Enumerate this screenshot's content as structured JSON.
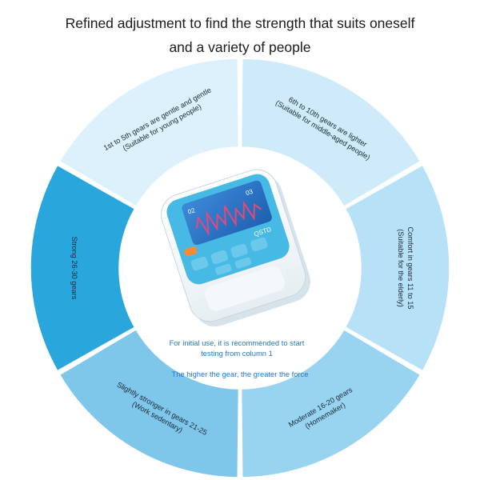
{
  "header": {
    "line1": "Refined adjustment to find the strength that suits oneself",
    "line2": "and a variety of people"
  },
  "segments": [
    {
      "line1": "1st to 5th gears are gentle and gentle",
      "line2": "(Suitable for young people)",
      "color": "#dcf1fb"
    },
    {
      "line1": "6th to 10th gears are lighter",
      "line2": "(Suitable for middle-aged people)",
      "color": "#cfebf9"
    },
    {
      "line1": "Comfort in gears 11 to 15",
      "line2": "(Suitable for the elderly)",
      "color": "#b7e1f6"
    },
    {
      "line1": "Moderate 16-20 gears",
      "line2": "(Homemaker)",
      "color": "#98d3f0"
    },
    {
      "line1": "Slightly stronger in gears 21-25",
      "line2": "(Work sedentary)",
      "color": "#7ec6ea"
    },
    {
      "line1": "Strong 26-30 gears",
      "line2": "",
      "color": "#29a6dc"
    }
  ],
  "center": {
    "note_line1": "For initial use, it is recommended to start",
    "note_line2": "testing from column 1",
    "note_line3": "The higher the gear, the greater the force"
  },
  "device": {
    "brand": "QSTD",
    "screen_value_top": "02",
    "screen_value_right": "03",
    "accent_color": "#46b9e4",
    "power_button_color": "#f28c3a"
  }
}
